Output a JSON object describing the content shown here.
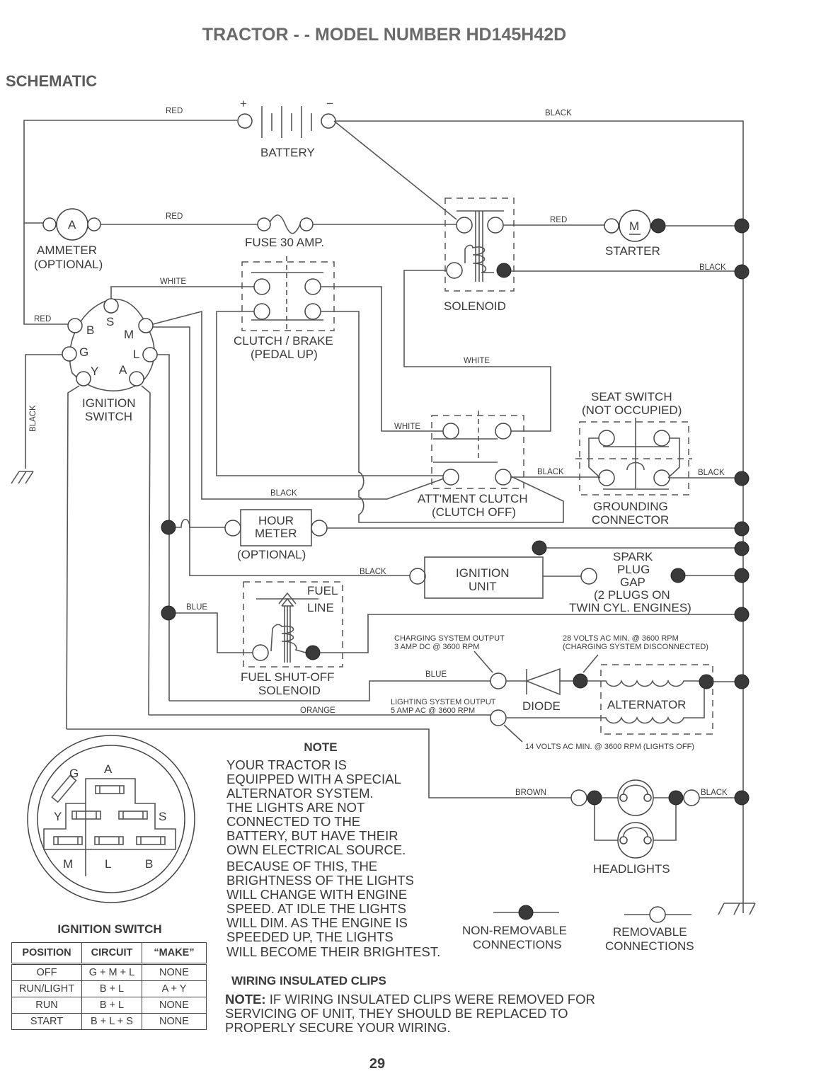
{
  "page": {
    "title": "TRACTOR - - MODEL NUMBER HD145H42D",
    "section": "SCHEMATIC",
    "page_number": "29"
  },
  "components": {
    "battery": {
      "label": "BATTERY",
      "plus": "+",
      "minus": "−"
    },
    "ammeter": {
      "symbol": "A",
      "label1": "AMMETER",
      "label2": "(OPTIONAL)"
    },
    "fuse": {
      "label": "FUSE 30 AMP."
    },
    "solenoid": {
      "label": "SOLENOID"
    },
    "starter": {
      "symbol": "M",
      "label": "STARTER"
    },
    "clutch_brake": {
      "label1": "CLUTCH / BRAKE",
      "label2": "(PEDAL UP)"
    },
    "ignition_switch": {
      "label1": "IGNITION",
      "label2": "SWITCH",
      "terminals": [
        "S",
        "B",
        "M",
        "G",
        "L",
        "Y",
        "A"
      ]
    },
    "seat_switch": {
      "label1": "SEAT SWITCH",
      "label2": "(NOT OCCUPIED)"
    },
    "attachment_clutch": {
      "label1": "ATT'MENT CLUTCH",
      "label2": "(CLUTCH OFF)"
    },
    "grounding_connector": {
      "label1": "GROUNDING",
      "label2": "CONNECTOR"
    },
    "hour_meter": {
      "label1": "HOUR",
      "label2": "METER",
      "label3": "(OPTIONAL)"
    },
    "ignition_unit": {
      "label1": "IGNITION",
      "label2": "UNIT"
    },
    "spark_plug": {
      "label1": "SPARK",
      "label2": "PLUG",
      "label3": "GAP",
      "label4": "(2 PLUGS ON",
      "label5": "TWIN CYL. ENGINES)"
    },
    "fuel_solenoid": {
      "fuel": "FUEL",
      "line": "LINE",
      "label1": "FUEL SHUT-OFF",
      "label2": "SOLENOID"
    },
    "diode": {
      "label": "DIODE"
    },
    "alternator": {
      "label": "ALTERNATOR"
    },
    "headlights": {
      "label": "HEADLIGHTS"
    }
  },
  "wires": {
    "red_battery": "RED",
    "black_battery": "BLACK",
    "red_ammeter": "RED",
    "red_solenoid": "RED",
    "black_solenoid": "BLACK",
    "white_top": "WHITE",
    "red_switch": "RED",
    "black_ground": "BLACK",
    "white_mid": "WHITE",
    "white_att": "WHITE",
    "black_att": "BLACK",
    "black_seat": "BLACK",
    "black_low": "BLACK",
    "black_ign": "BLACK",
    "blue_fuel": "BLUE",
    "blue_diode": "BLUE",
    "orange": "ORANGE",
    "brown": "BROWN",
    "black_lights": "BLACK"
  },
  "annotations": {
    "charging_1": "CHARGING SYSTEM OUTPUT",
    "charging_2": "3 AMP DC @ 3600 RPM",
    "volts28_1": "28 VOLTS AC MIN. @ 3600 RPM",
    "volts28_2": "(CHARGING SYSTEM DISCONNECTED)",
    "lighting_1": "LIGHTING SYSTEM OUTPUT",
    "lighting_2": "5 AMP AC @ 3600 RPM",
    "volts14": "14 VOLTS AC MIN. @ 3600 RPM (LIGHTS OFF)"
  },
  "switch_diagram": {
    "terminals": [
      "G",
      "A",
      "Y",
      "S",
      "M",
      "L",
      "B"
    ],
    "title": "IGNITION SWITCH"
  },
  "ignition_table": {
    "headers": [
      "POSITION",
      "CIRCUIT",
      "“MAKE”"
    ],
    "rows": [
      [
        "OFF",
        "G + M + L",
        "NONE"
      ],
      [
        "RUN/LIGHT",
        "B + L",
        "A + Y"
      ],
      [
        "RUN",
        "B + L",
        "NONE"
      ],
      [
        "START",
        "B + L + S",
        "NONE"
      ]
    ]
  },
  "note": {
    "heading": "NOTE",
    "lines": [
      "YOUR TRACTOR IS",
      "EQUIPPED WITH A SPECIAL",
      "ALTERNATOR SYSTEM.",
      "THE LIGHTS ARE NOT",
      "CONNECTED TO THE",
      "BATTERY, BUT HAVE THEIR",
      "OWN ELECTRICAL SOURCE.",
      "BECAUSE OF THIS, THE",
      "BRIGHTNESS OF THE LIGHTS",
      "WILL CHANGE WITH ENGINE",
      "SPEED.  AT IDLE THE LIGHTS",
      "WILL DIM.  AS THE ENGINE IS",
      "SPEEDED UP, THE LIGHTS",
      "WILL BECOME THEIR BRIGHTEST."
    ]
  },
  "legend": {
    "non_removable_1": "NON-REMOVABLE",
    "non_removable_2": "CONNECTIONS",
    "removable_1": "REMOVABLE",
    "removable_2": "CONNECTIONS"
  },
  "clips": {
    "heading": "WIRING INSULATED CLIPS",
    "note_label": "NOTE:",
    "line1": " IF WIRING INSULATED CLIPS WERE REMOVED FOR",
    "line2": "SERVICING OF UNIT, THEY SHOULD BE REPLACED TO",
    "line3": "PROPERLY SECURE YOUR WIRING."
  }
}
